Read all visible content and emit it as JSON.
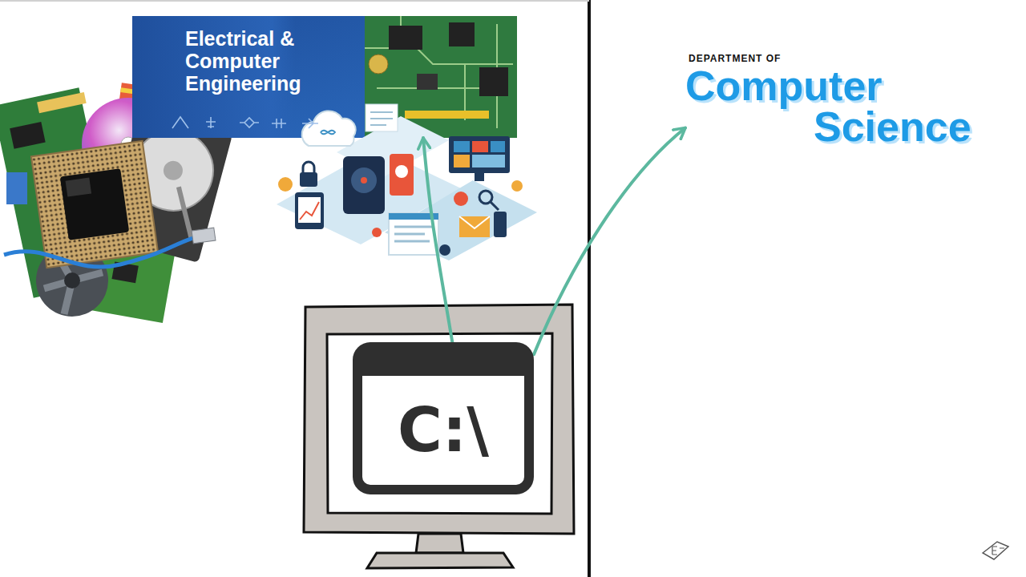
{
  "diagram": {
    "nodes": [
      {
        "text": [
          "Electrical & Computer Engineering"
        ]
      },
      {
        "text": [
          "DEPARTMENT OF",
          "Computer Science"
        ]
      },
      {
        "text": [
          "C:\\"
        ]
      }
    ],
    "edges": [
      {
        "from": 2,
        "to": 0,
        "arrow": "to"
      },
      {
        "from": 2,
        "to": 1,
        "arrow": "to"
      }
    ]
  }
}
